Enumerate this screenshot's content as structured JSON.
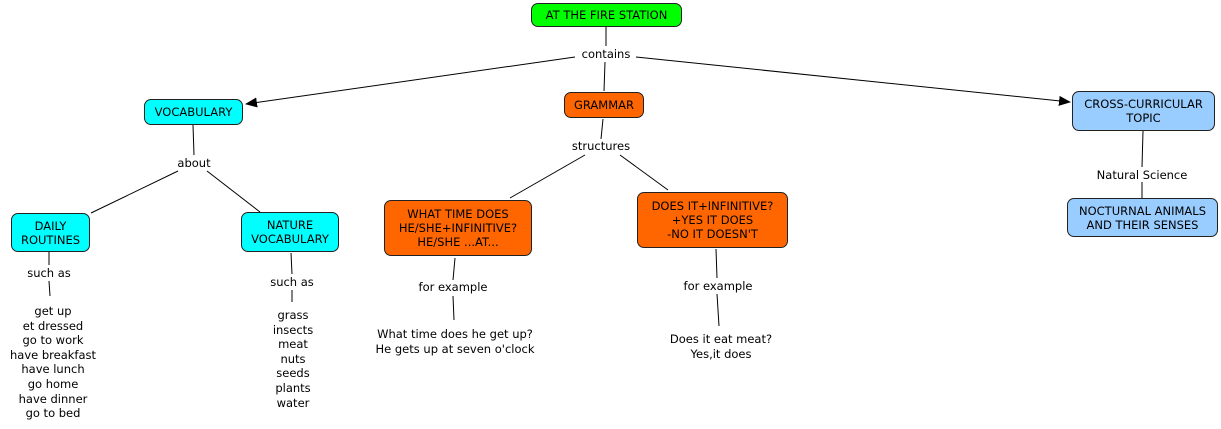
{
  "colors": {
    "root": "#00ff00",
    "vocabulary": "#00ffff",
    "grammar": "#ff6600",
    "cross_curricular": "#99ccff"
  },
  "root": {
    "label": "AT THE FIRE STATION"
  },
  "links": {
    "contains": "contains",
    "about": "about",
    "structures": "structures",
    "such_as_1": "such as",
    "such_as_2": "such as",
    "for_example_1": "for example",
    "for_example_2": "for example",
    "natural_science": "Natural Science"
  },
  "nodes": {
    "vocabulary": "VOCABULARY",
    "grammar": "GRAMMAR",
    "cross_curricular": "CROSS-CURRICULAR\nTOPIC",
    "daily_routines": "DAILY\nROUTINES",
    "nature_vocabulary": "NATURE\nVOCABULARY",
    "what_time": "WHAT TIME DOES\nHE/SHE+INFINITIVE?\nHE/SHE ...AT...",
    "does_it": "DOES IT+INFINITIVE?\n+YES IT DOES\n-NO IT DOESN'T",
    "nocturnal": "NOCTURNAL ANIMALS\nAND THEIR SENSES"
  },
  "lists": {
    "daily_routines": "get up\net dressed\ngo to work\nhave breakfast\nhave lunch\ngo home\nhave dinner\ngo to bed",
    "nature": "grass\ninsects\nmeat\nnuts\nseeds\nplants\nwater",
    "what_time_example": "What time does he get up?\nHe gets up at seven o'clock",
    "does_it_example": "Does it eat meat?\nYes,it does"
  }
}
